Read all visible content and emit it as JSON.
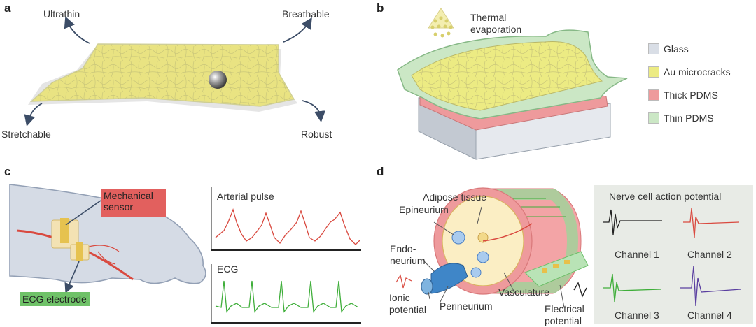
{
  "colors": {
    "glass": "#d9dee6",
    "au": "#eceb83",
    "thick_pdms": "#ee9a9c",
    "thin_pdms": "#cbe7c5",
    "mech_sensor": "#e2605e",
    "ecg_electrode": "#6fc268",
    "arterial_trace": "#d9493f",
    "ecg_trace": "#3fae3a",
    "channel1": "#222222",
    "channel2": "#d9493f",
    "channel3": "#3fae3a",
    "channel4": "#5a3fa0",
    "panel_bg": "#e8ebe6"
  },
  "panel_a": {
    "label": "a",
    "ultrathin": "Ultrathin",
    "breathable": "Breathable",
    "stretchable": "Stretchable",
    "robust": "Robust"
  },
  "panel_b": {
    "label": "b",
    "thermal": "Thermal",
    "evaporation": "evaporation",
    "legend": [
      {
        "name": "glass",
        "label": "Glass",
        "color": "#d9dee6"
      },
      {
        "name": "au-microcracks",
        "label": "Au microcracks",
        "color": "#eceb83"
      },
      {
        "name": "thick-pdms",
        "label": "Thick PDMS",
        "color": "#ee9a9c"
      },
      {
        "name": "thin-pdms",
        "label": "Thin PDMS",
        "color": "#cbe7c5"
      }
    ]
  },
  "panel_c": {
    "label": "c",
    "mechanical": "Mechanical",
    "sensor": "sensor",
    "ecg_electrode": "ECG electrode",
    "arterial_pulse": "Arterial pulse",
    "ecg": "ECG"
  },
  "panel_d": {
    "label": "d",
    "adipose": "Adipose tissue",
    "epineurium": "Epineurium",
    "endo1": "Endo-",
    "endo2": "neurium",
    "ionic1": "Ionic",
    "ionic2": "potential",
    "perineurium": "Perineurium",
    "vasculature": "Vasculature",
    "electrical1": "Electrical",
    "electrical2": "potential",
    "nerve_title": "Nerve cell action potential",
    "channels": [
      "Channel 1",
      "Channel 2",
      "Channel 3",
      "Channel 4"
    ]
  }
}
